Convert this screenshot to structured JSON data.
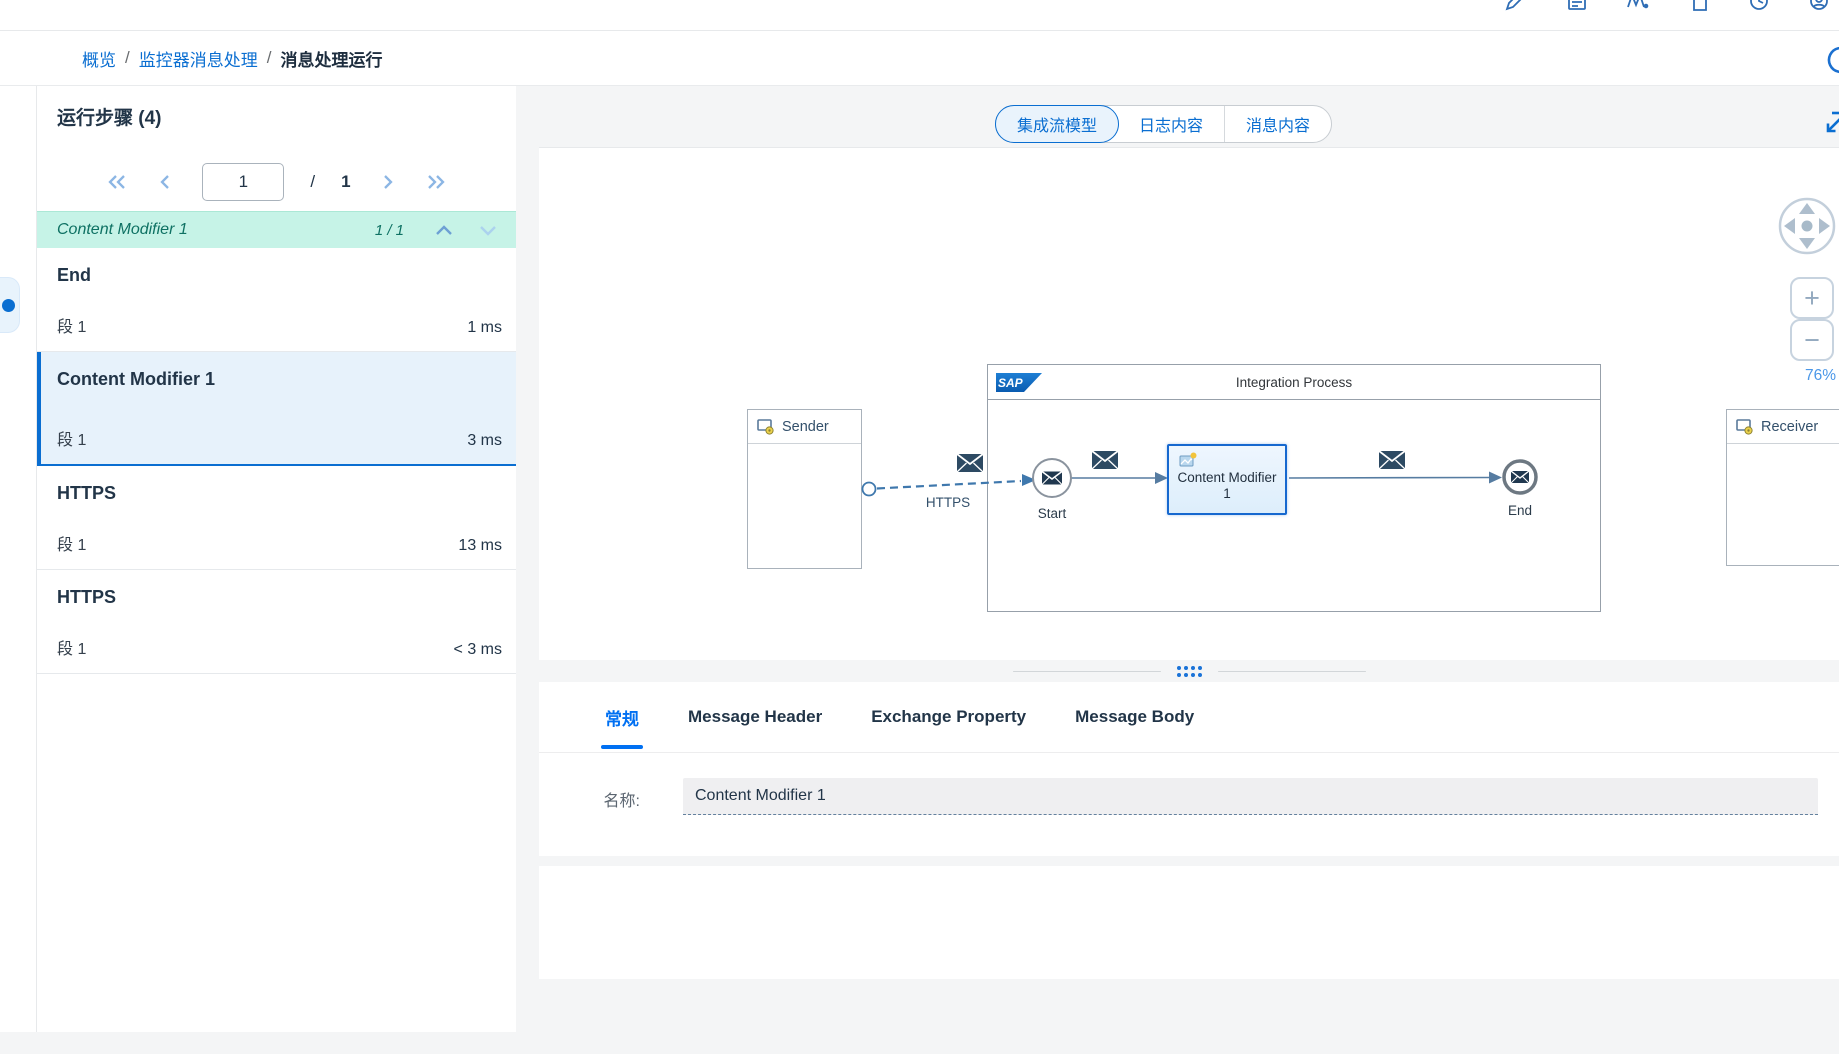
{
  "colors": {
    "accent": "#0a6ed1",
    "tab_active": "#0070f2",
    "group_header_bg": "#c6f3e7",
    "group_header_text": "#0e7163",
    "selected_row_bg": "#e7f2fb",
    "zoom_text": "#4a97e8"
  },
  "topbar": {
    "icons": [
      "edit-icon",
      "worklist-icon",
      "signature-icon",
      "document-icon",
      "history-icon",
      "account-icon"
    ]
  },
  "breadcrumb": {
    "separator": "/",
    "items": [
      {
        "label": "概览"
      },
      {
        "label": "监控器消息处理"
      },
      {
        "label": "消息处理运行"
      }
    ],
    "refresh_icon": "refresh-icon"
  },
  "run_steps": {
    "title": "运行步骤 (4)",
    "paginator": {
      "current": "1",
      "separator": "/",
      "total": "1"
    },
    "group_header": {
      "title": "Content Modifier 1",
      "position": "1 / 1"
    },
    "steps": [
      {
        "title": "End",
        "segment": "段 1",
        "duration": "1 ms"
      },
      {
        "title": "Content Modifier 1",
        "segment": "段 1",
        "duration": "3 ms"
      },
      {
        "title": "HTTPS",
        "segment": "段 1",
        "duration": "13 ms"
      },
      {
        "title": "HTTPS",
        "segment": "段 1",
        "duration": "< 3 ms"
      }
    ]
  },
  "view_switch": {
    "options": [
      {
        "label": "集成流模型"
      },
      {
        "label": "日志内容"
      },
      {
        "label": "消息内容"
      }
    ]
  },
  "diagram": {
    "sap_logo": "SAP",
    "pool_title": "Integration Process",
    "sender_label": "Sender",
    "receiver_label": "Receiver",
    "start_label": "Start",
    "end_label": "End",
    "step_line1": "Content Modifier",
    "step_line2": "1",
    "adapter_label": "HTTPS",
    "zoom_level": "76%"
  },
  "details": {
    "tabs": [
      {
        "label": "常规"
      },
      {
        "label": "Message Header"
      },
      {
        "label": "Exchange Property"
      },
      {
        "label": "Message Body"
      }
    ],
    "name_field": {
      "label": "名称:",
      "value": "Content Modifier 1"
    }
  }
}
